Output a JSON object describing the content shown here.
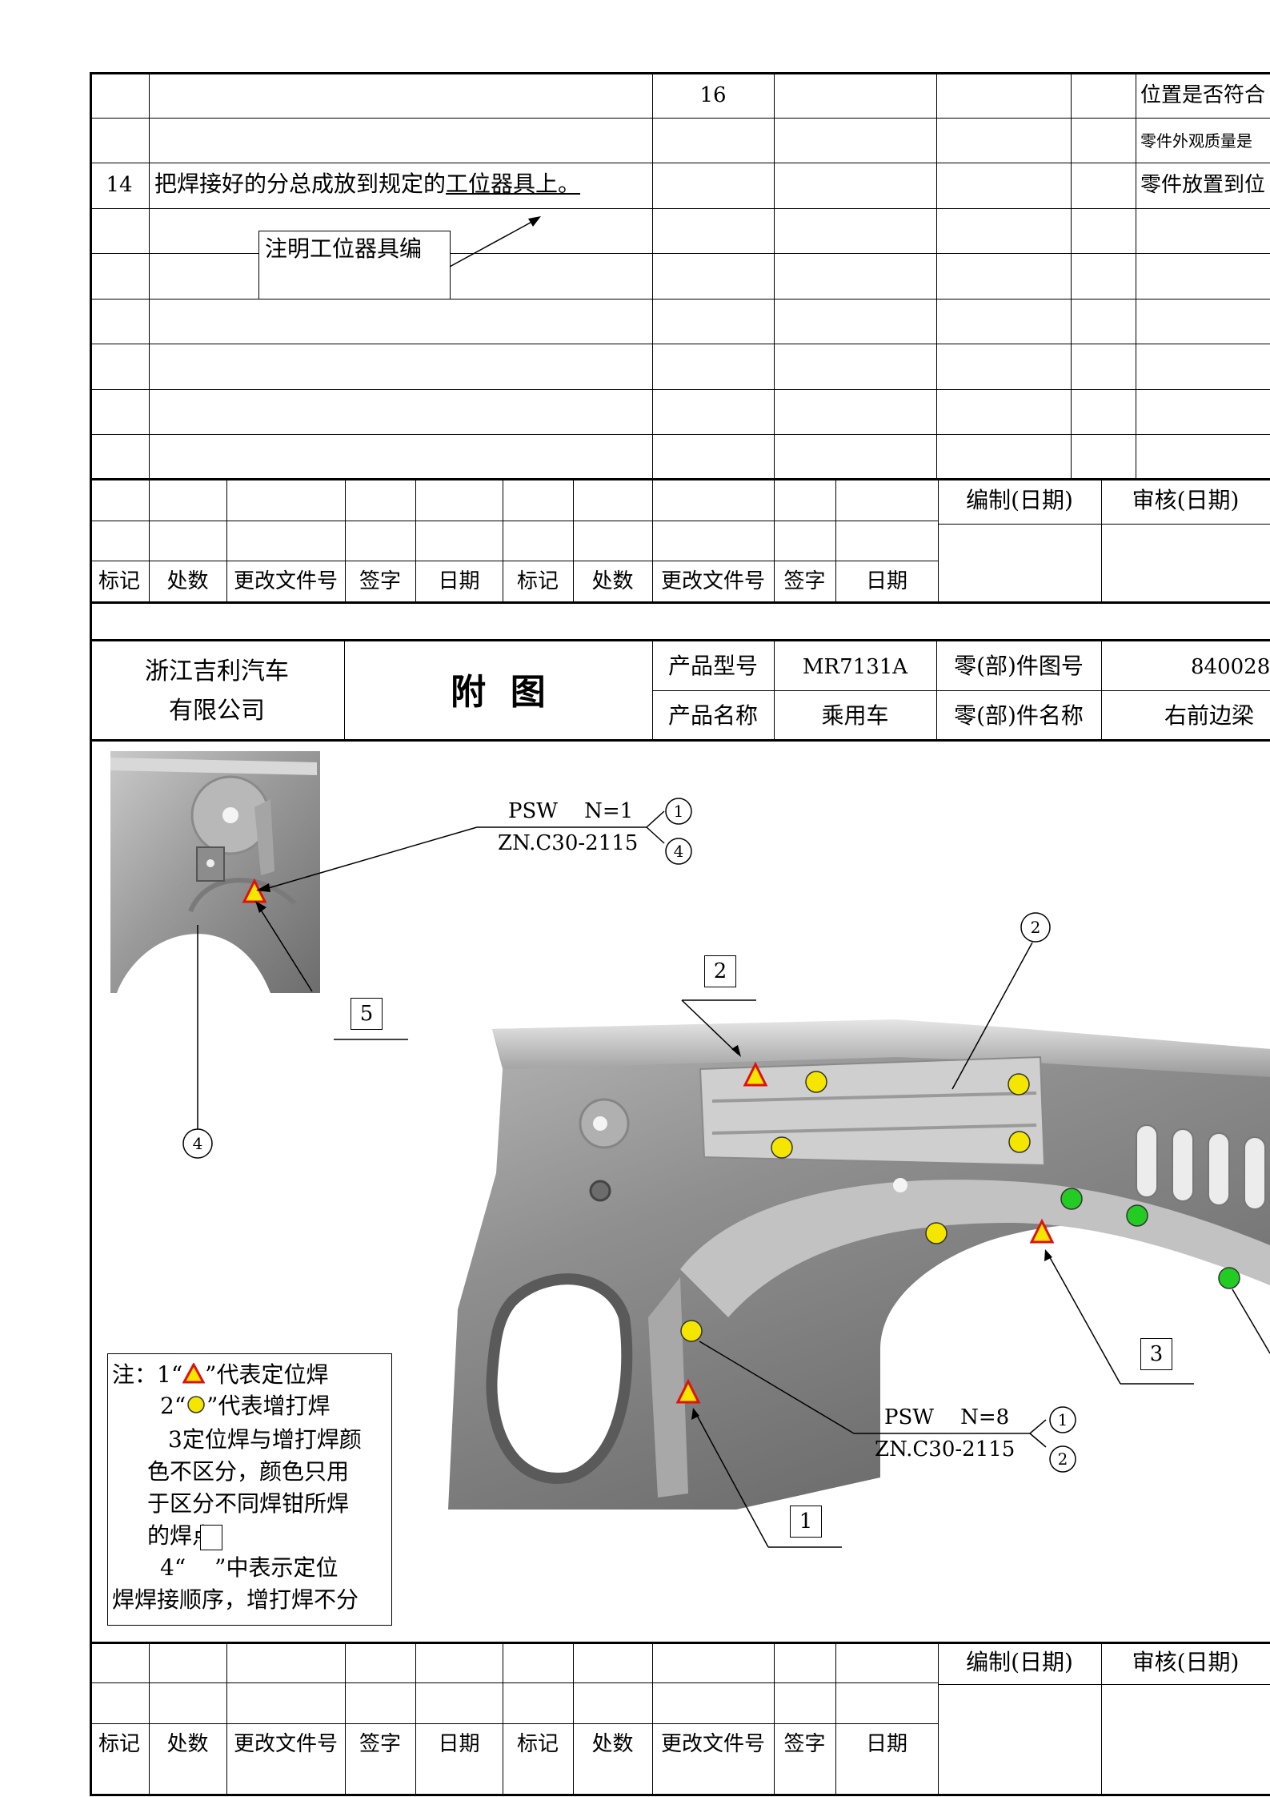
{
  "process_table": {
    "rows": [
      {
        "no": "",
        "content": "",
        "col3": "16",
        "inspect": "位置是否符合"
      },
      {
        "no": "",
        "content": "",
        "col3": "",
        "inspect": "零件外观质量是"
      },
      {
        "no": "14",
        "content_plain": "把焊接好的分总成放到规定的",
        "content_underlined": "工位器具上。",
        "col3": "",
        "inspect": "零件放置到位"
      },
      {
        "no": "",
        "content": "",
        "col3": "",
        "inspect": ""
      },
      {
        "no": "",
        "content": "",
        "col3": "",
        "inspect": ""
      },
      {
        "no": "",
        "content": "",
        "col3": "",
        "inspect": ""
      },
      {
        "no": "",
        "content": "",
        "col3": "",
        "inspect": ""
      },
      {
        "no": "",
        "content": "",
        "col3": "",
        "inspect": ""
      }
    ],
    "callout_note": "注明工位器具编"
  },
  "revision_block": {
    "headers": [
      "标记",
      "处数",
      "更改文件号",
      "签字",
      "日期",
      "标记",
      "处数",
      "更改文件号",
      "签字",
      "日期"
    ],
    "prepared": "编制(日期)",
    "reviewed": "审核(日期)"
  },
  "title_block": {
    "company_line1": "浙江吉利汽车",
    "company_line2": "有限公司",
    "drawing_title": "附  图",
    "product_model_label": "产品型号",
    "product_model_value": "MR7131A",
    "part_number_label": "零(部)件图号",
    "part_number_value": "840028",
    "product_name_label": "产品名称",
    "product_name_value": "乘用车",
    "part_name_label": "零(部)件名称",
    "part_name_value": "右前边梁"
  },
  "figure": {
    "weld_spec_top": {
      "line1": "PSW    N=1",
      "line2": "ZN.C30-2115",
      "circles": [
        "1",
        "4"
      ]
    },
    "weld_spec_bottom": {
      "line1": "PSW    N=8",
      "line2": "ZN.C30-2115",
      "circles": [
        "1",
        "2"
      ]
    },
    "sequence_boxes": [
      "5",
      "2",
      "3",
      "1"
    ],
    "circle_labels": [
      "4",
      "2"
    ],
    "colors": {
      "locating_weld": "#f5e600",
      "locating_outline": "#e01010",
      "added_weld": "#f5e600",
      "green_weld": "#22cc22"
    }
  },
  "notes": {
    "line1_pre": "注：1“",
    "line1_post": "”代表定位焊",
    "line2_pre": "2“",
    "line2_post": "”代表增打焊",
    "line3": "3定位焊与增打焊颜",
    "line4": "色不区分，颜色只用",
    "line5": "于区分不同焊钳所焊",
    "line6": "的焊点",
    "line7_pre": "4“",
    "line7_post": "”中表示定位",
    "line8": "焊焊接顺序，增打焊不分"
  }
}
